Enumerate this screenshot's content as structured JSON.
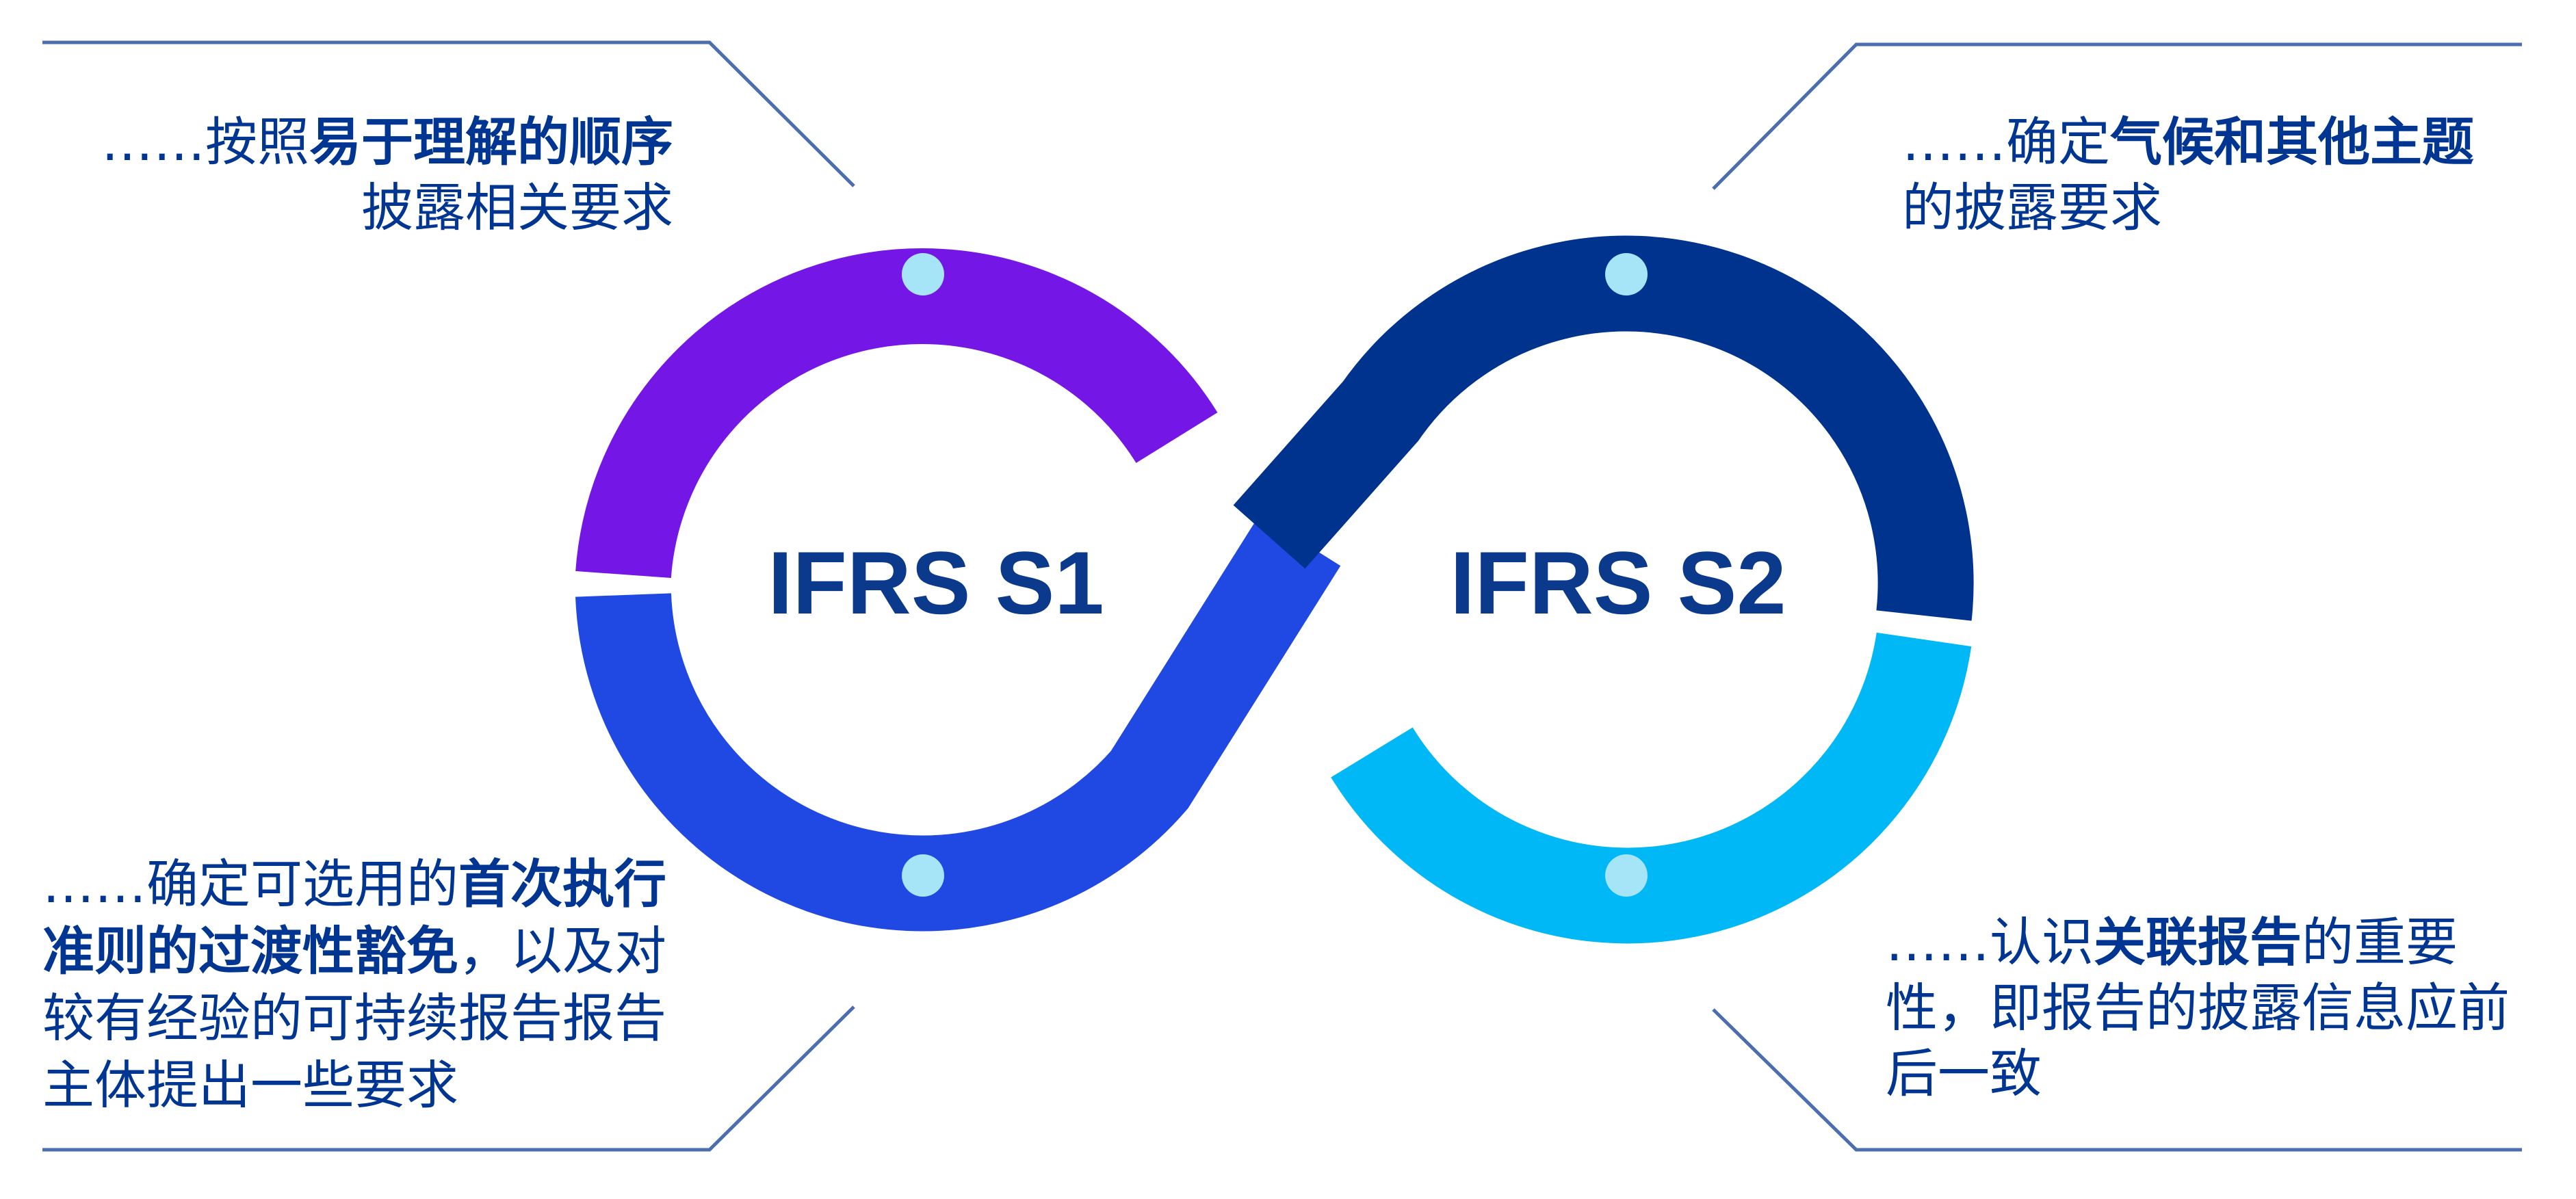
{
  "colors": {
    "purple": "#7416e6",
    "blue": "#2049e3",
    "navy": "#00338d",
    "cyan": "#00b8f5",
    "dot": "#a6e4f7",
    "text": "#003591",
    "line": "#4b6fae"
  },
  "labels": {
    "s1": "IFRS S1",
    "s2": "IFRS S2"
  },
  "callouts": {
    "top_left": {
      "l1_a": "……按照",
      "l1_b": "易于理解的顺序",
      "l2": "披露相关要求"
    },
    "top_right": {
      "l1_a": "……确定",
      "l1_b": "气候和其他主题",
      "l2": "的披露要求"
    },
    "bottom_left": {
      "a": "……确定可选用的",
      "b": "首次执行准则的过渡性豁免",
      "c": "，以及对较有经验的可持续报告报告主体提出一些要求"
    },
    "bottom_right": {
      "a": "……认识",
      "b": "关联报告",
      "c": "的重要性，即报告的披露信息应前后一致"
    }
  }
}
